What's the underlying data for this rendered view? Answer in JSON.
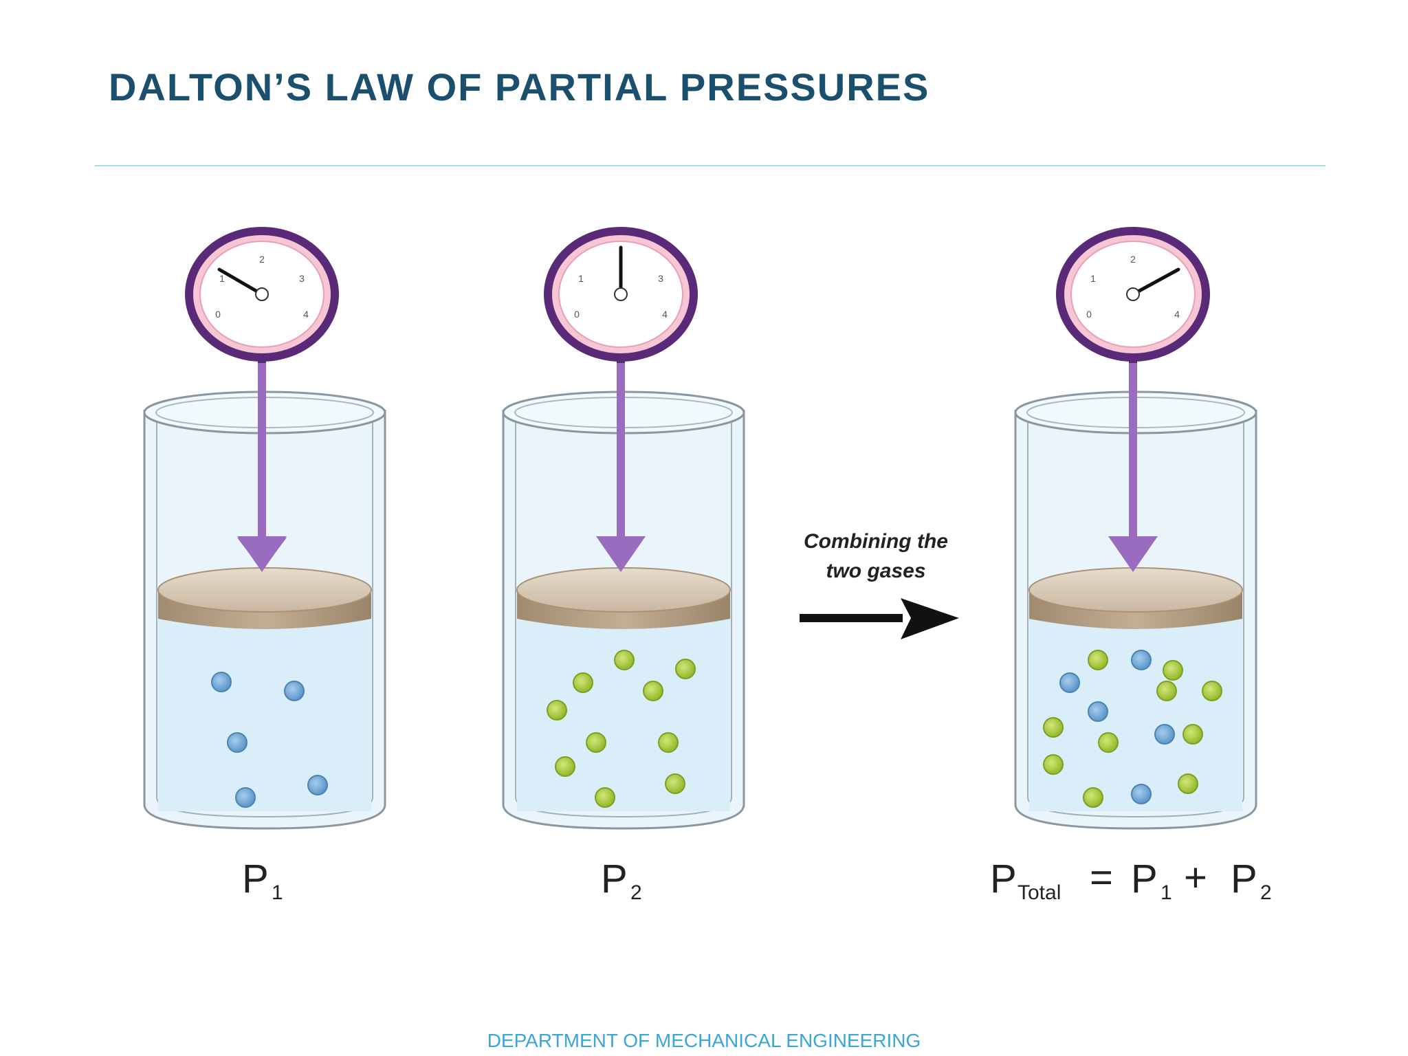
{
  "slide": {
    "title": "DALTON’S LAW OF PARTIAL PRESSURES",
    "footer": "DEPARTMENT OF MECHANICAL ENGINEERING"
  },
  "diagram": {
    "arrow_caption_line1": "Combining the",
    "arrow_caption_line2": "two gases",
    "label_p1": {
      "main": "P",
      "sub": "1"
    },
    "label_p2": {
      "main": "P",
      "sub": "2"
    },
    "label_total": {
      "main": "P",
      "sub_total": "Total",
      "equals": "=",
      "p": "P",
      "sub1": "1",
      "plus": "+",
      "p2": "P",
      "sub2": "2"
    },
    "gauge_numbers": [
      "0",
      "1",
      "2",
      "3",
      "4"
    ],
    "colors": {
      "title": "#1b4f6e",
      "footer": "#3aa6d8",
      "gauge_ring": "#5a2a78",
      "arrow": "#9a6cc0",
      "piston": "#b9a58e",
      "water": "#d8ecf6",
      "blue_molecule": "#6aa6d6",
      "green_molecule": "#a8c83a"
    }
  }
}
